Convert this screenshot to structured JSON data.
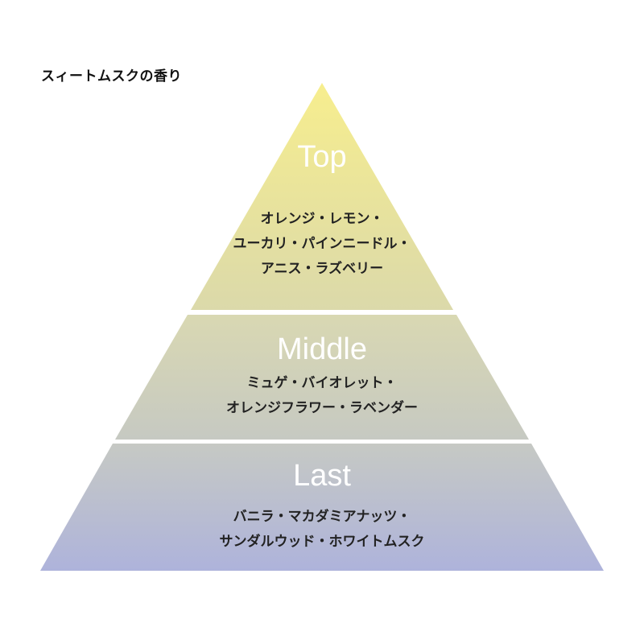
{
  "title": "スィートムスクの香り",
  "colors": {
    "top_start": "#F7EE8E",
    "top_end": "#DBD9AA",
    "middle_start": "#D9D8B2",
    "middle_end": "#C6C9C2",
    "last_start": "#C6C9C4",
    "last_end": "#AEB3DB",
    "label": "#FFFFFF",
    "text": "#222222"
  },
  "tiers": [
    {
      "label": "Top",
      "notes": [
        "オレンジ・レモン・",
        "ユーカリ・パインニードル・",
        "アニス・ラズベリー"
      ]
    },
    {
      "label": "Middle",
      "notes": [
        "ミュゲ・バイオレット・",
        "オレンジフラワー・ラベンダー"
      ]
    },
    {
      "label": "Last",
      "notes": [
        "バニラ・マカダミアナッツ・",
        "サンダルウッド・ホワイトムスク"
      ]
    }
  ]
}
